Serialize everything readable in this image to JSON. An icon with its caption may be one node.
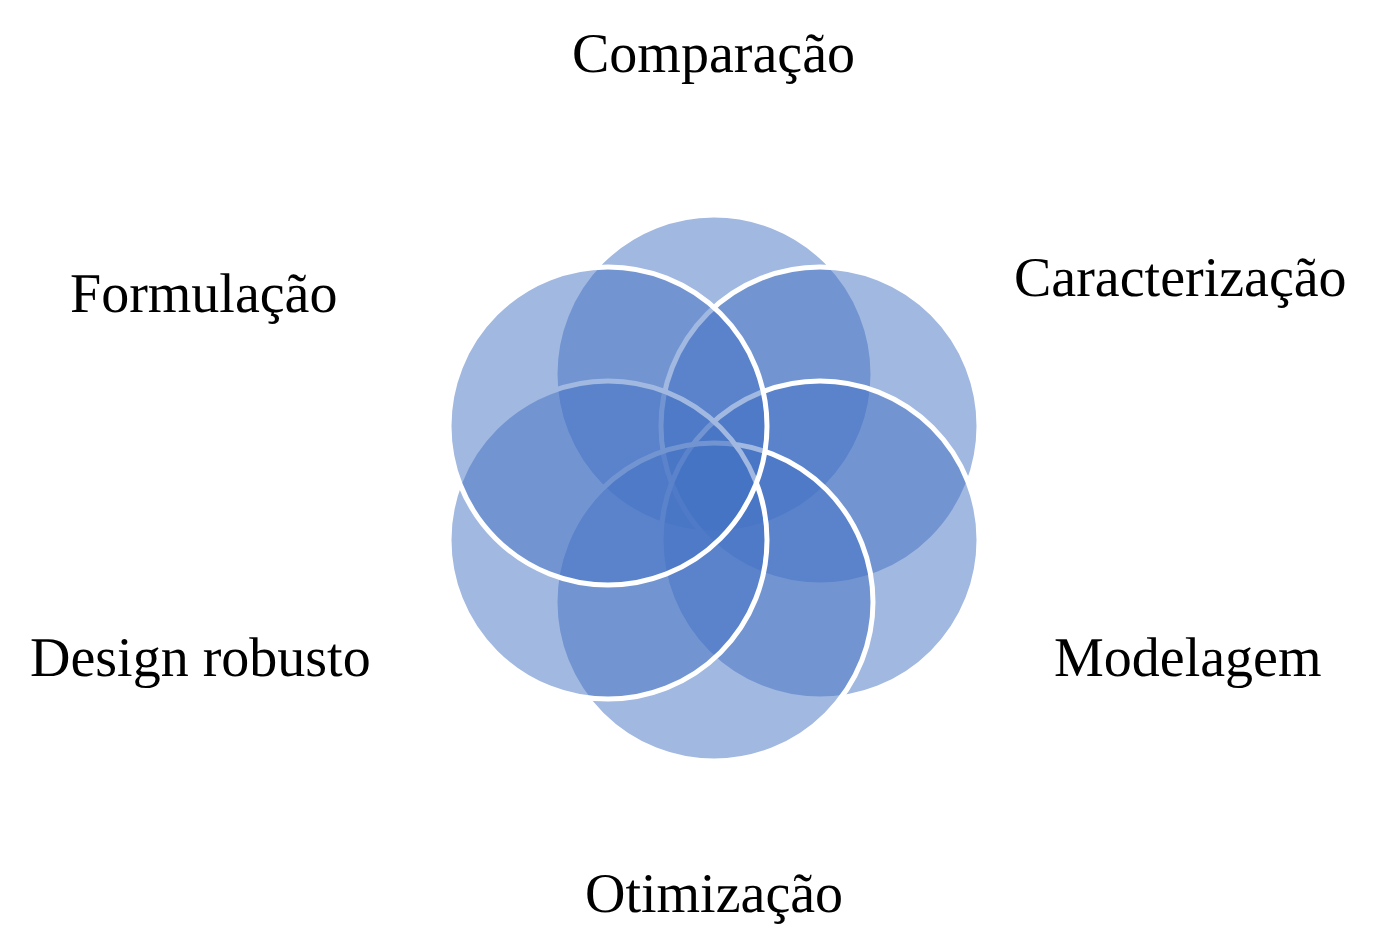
{
  "diagram": {
    "nodes": [
      {
        "text": [
          "Comparação"
        ]
      },
      {
        "text": [
          "Caracterização"
        ]
      },
      {
        "text": [
          "Modelagem"
        ]
      },
      {
        "text": [
          "Otimização"
        ]
      },
      {
        "text": [
          "Design robusto"
        ]
      },
      {
        "text": [
          "Formulação"
        ]
      }
    ]
  }
}
